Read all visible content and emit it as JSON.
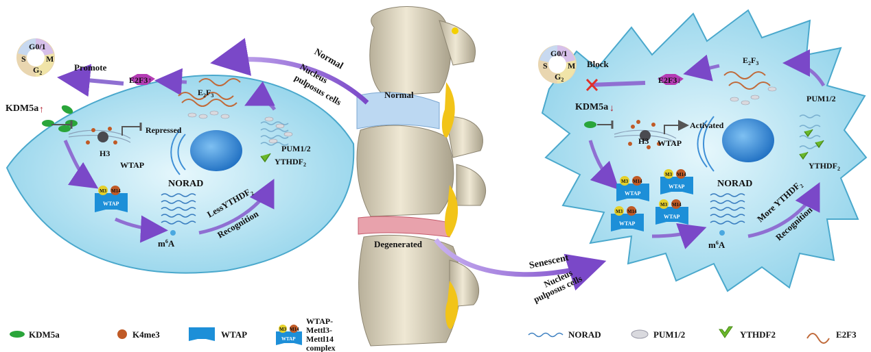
{
  "spine": {
    "normal_label": "Normal",
    "degenerated_label": "Degenerated"
  },
  "arrows": {
    "normal": "Normal",
    "senescent": "Senescent",
    "nucleus_pulposus_cells": "Nucleus pulposus cells"
  },
  "left_cell": {
    "cycle": {
      "g01": "G0/1",
      "s": "S",
      "m": "M",
      "g2": "G",
      "g2_sub": "2"
    },
    "promote": "Promote",
    "e2f3_protein": "E2F3↑",
    "e2f3_mrna": "E",
    "e2f3_mrna_sub1": "2",
    "e2f3_mrna_rest": "F",
    "e2f3_mrna_sub2": "3",
    "kdm5a": "KDM5a",
    "repressed": "Repressed",
    "h3": "H3",
    "wtap": "WTAP",
    "pum": "PUM1/2",
    "ythdf": "YTHDF",
    "ythdf_sub": "2",
    "less_ythdf": "LessYTHDF",
    "less_ythdf_sub": "2",
    "recognition": "Recognition",
    "norad": "NORAD",
    "m6a": "m",
    "m6a_sup": "6",
    "m6a_rest": "A"
  },
  "right_cell": {
    "cycle": {
      "g01": "G0/1",
      "s": "S",
      "m": "M",
      "g2": "G",
      "g2_sub": "2"
    },
    "block": "Block",
    "e2f3_protein": "E2F3↓",
    "e2f3_mrna": "E",
    "e2f3_mrna_sub1": "2",
    "e2f3_mrna_rest": "F",
    "e2f3_mrna_sub2": "3",
    "kdm5a": "KDM5a",
    "activated": "Activated",
    "h3": "H3",
    "wtap": "WTAP",
    "pum": "PUM1/2",
    "ythdf": "YTHDF",
    "ythdf_sub": "2",
    "more_ythdf": "More YTHDF",
    "more_ythdf_sub": "2",
    "recognition": "Recognition",
    "norad": "NORAD",
    "m6a": "m",
    "m6a_sup": "6",
    "m6a_rest": "A"
  },
  "complex_box": {
    "m3": "M3",
    "m14": "M14",
    "wtap": "WTAP"
  },
  "legend": {
    "kdm5a": "KDM5a",
    "k4me3": "K4me3",
    "wtap": "WTAP",
    "complex_line1": "WTAP-",
    "complex_line2": "Mettl3-",
    "complex_line3": "Mettl14",
    "complex_line4": "complex",
    "norad": "NORAD",
    "pum": "PUM1/2",
    "ythdf2": "YTHDF2",
    "e2f3": "E2F3"
  },
  "colors": {
    "cell_fill": "#bfe8f4",
    "cell_stroke": "#4aa8cc",
    "nucleus": "#3e8fd6",
    "arrow_purple": "#9a6fd6",
    "kdm5a_green": "#2aa53a",
    "k4me3_brown": "#c05a26",
    "wtap_blue": "#1d8fd8",
    "ythdf_green": "#6ab82a",
    "e2f3_magenta": "#b43cb4",
    "inhibit_red": "#e0302a",
    "up_red": "#b01a2a"
  }
}
